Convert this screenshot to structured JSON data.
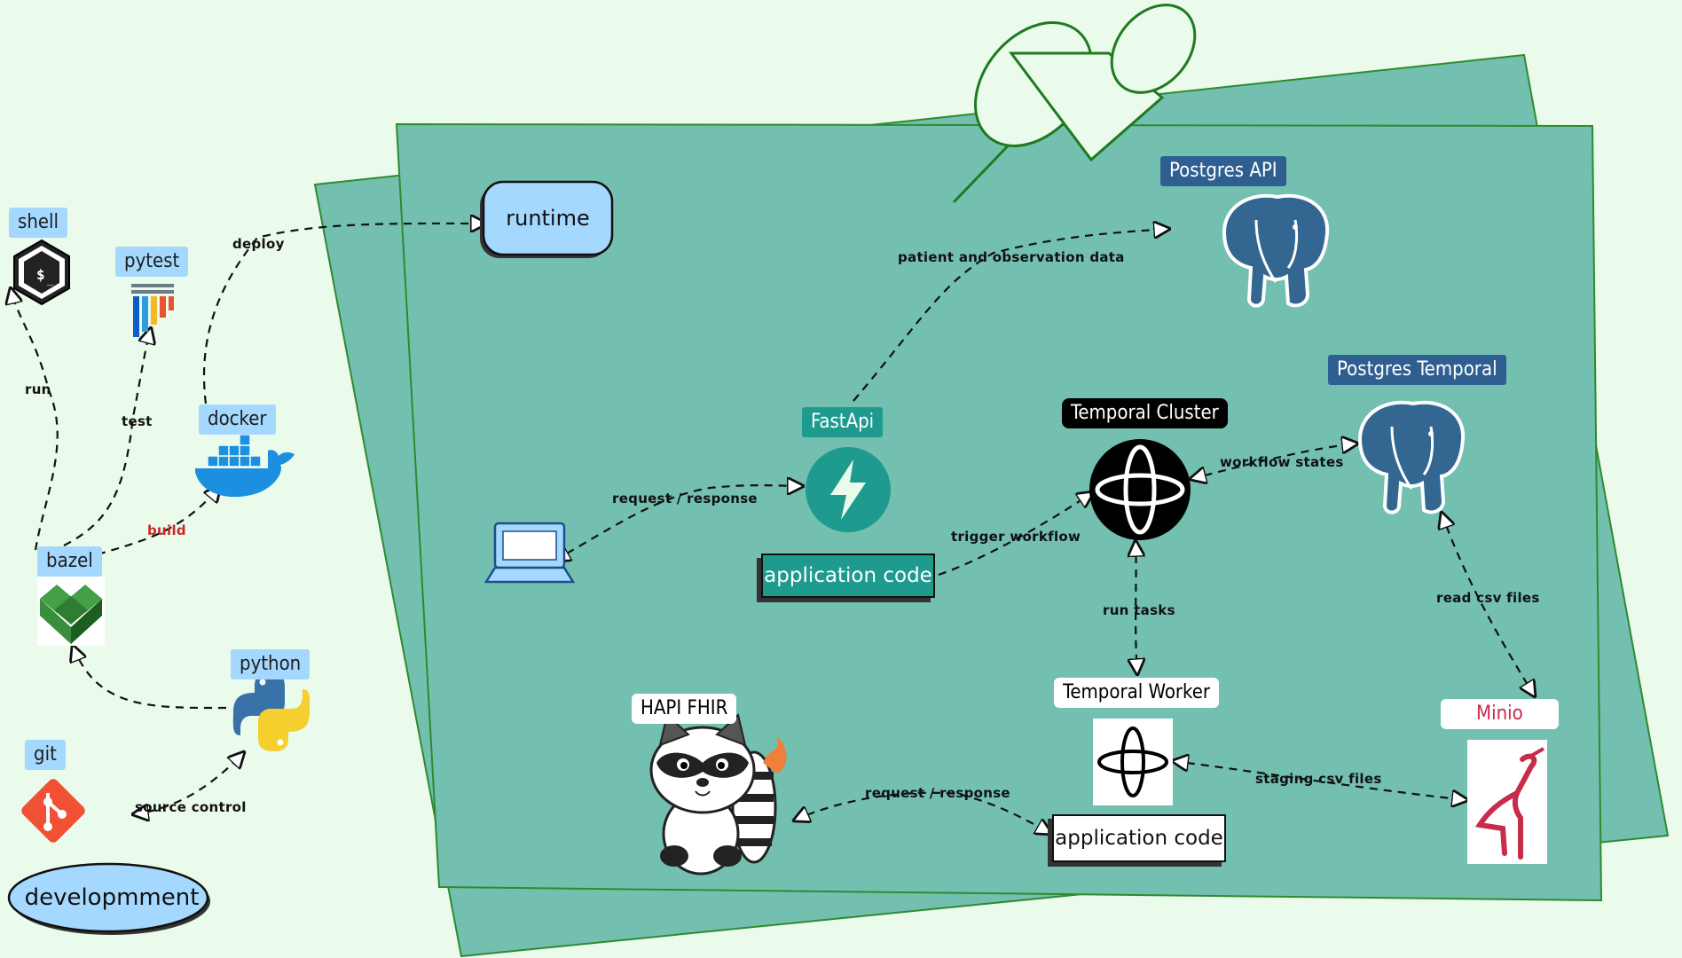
{
  "colors": {
    "background": "#eafaeb",
    "board": "#73c0b0",
    "board_stroke": "#2f8a2f",
    "tag_blue": "#a5d8ff",
    "postgres_blue": "#2f5f91",
    "fastapi_teal": "#1f9a8e",
    "minio_red": "#c72c48",
    "git_orange": "#f05033"
  },
  "development": {
    "title": "developmment",
    "tools": {
      "shell": "shell",
      "pytest": "pytest",
      "docker": "docker",
      "bazel": "bazel",
      "python": "python",
      "git": "git"
    },
    "edges": {
      "run": "run",
      "test": "test",
      "build": "build",
      "deploy": "deploy",
      "source_control": "source control"
    }
  },
  "runtime": {
    "title": "runtime",
    "postgres_api": "Postgres API",
    "postgres_temporal": "Postgres Temporal",
    "fastapi": "FastApi",
    "temporal_cluster": "Temporal Cluster",
    "temporal_worker": "Temporal Worker",
    "hapi_fhir": "HAPI FHIR",
    "minio": "Minio",
    "app_code_api": "application code",
    "app_code_worker": "application code",
    "edges": {
      "patient_data": "patient and observation data",
      "request_response_client": "request / response",
      "trigger_workflow": "trigger workflow",
      "workflow_states": "workflow states",
      "run_tasks": "run tasks",
      "read_csv": "read csv files",
      "staging_csv": "staging csv files",
      "request_response_fhir": "request / response"
    }
  },
  "icons": [
    "pushpin-icon",
    "terminal-icon",
    "pytest-icon",
    "docker-icon",
    "bazel-icon",
    "python-icon",
    "git-icon",
    "laptop-icon",
    "fastapi-icon",
    "temporal-icon",
    "postgres-elephant-icon",
    "raccoon-icon",
    "minio-icon"
  ]
}
